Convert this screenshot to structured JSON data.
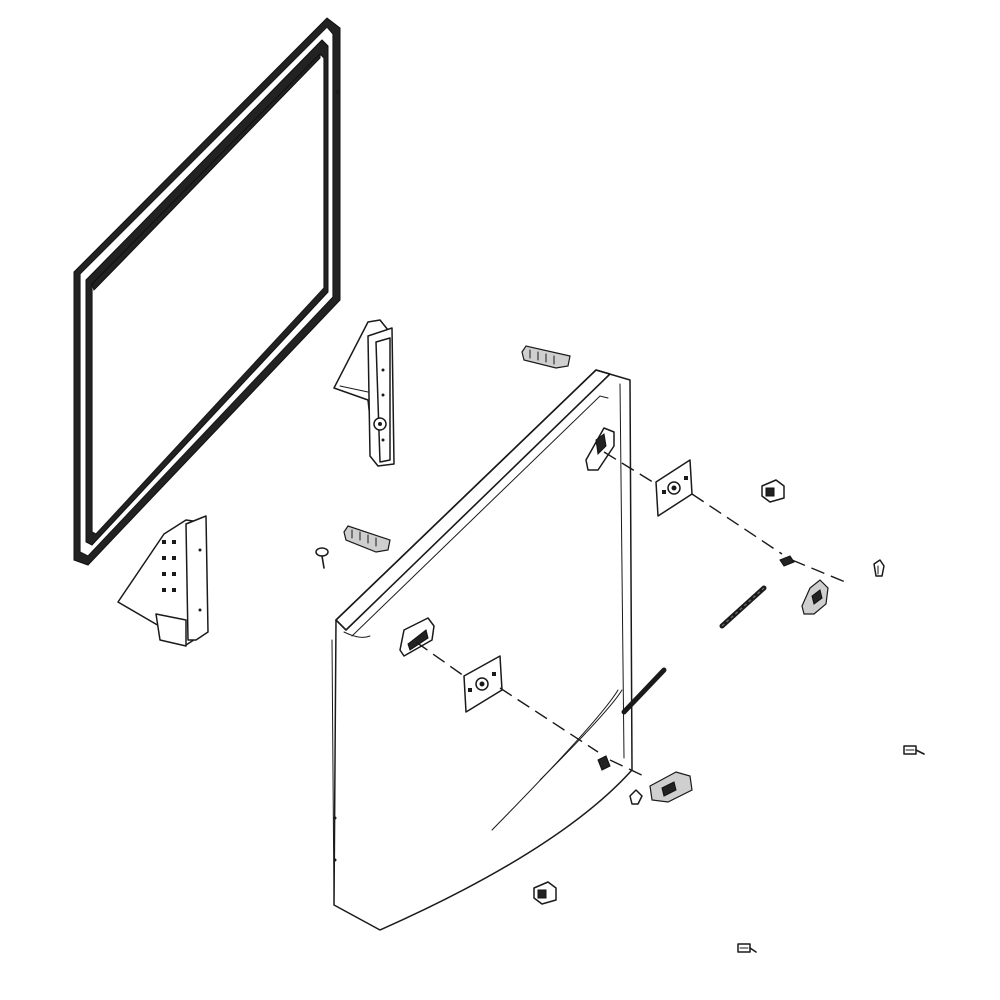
{
  "diagram": {
    "type": "exploded-parts-view",
    "parts": [
      "door-gasket",
      "upper-hinge-bracket",
      "lower-hinge-bracket",
      "door-panel",
      "upper-shim-strip",
      "lower-shim-strip",
      "upper-door-cap",
      "lower-door-cap",
      "upper-hinge-plate",
      "lower-hinge-plate",
      "upper-clip",
      "lower-clip",
      "upper-spring",
      "lower-spring",
      "upper-cam",
      "lower-cam",
      "upper-pin",
      "lower-pin",
      "small-screw",
      "right-screw",
      "bottom-screw",
      "bottom-clip",
      "upper-rod",
      "lower-rod"
    ],
    "colors": {
      "line": "#1a1a1a",
      "background": "#ffffff"
    }
  }
}
